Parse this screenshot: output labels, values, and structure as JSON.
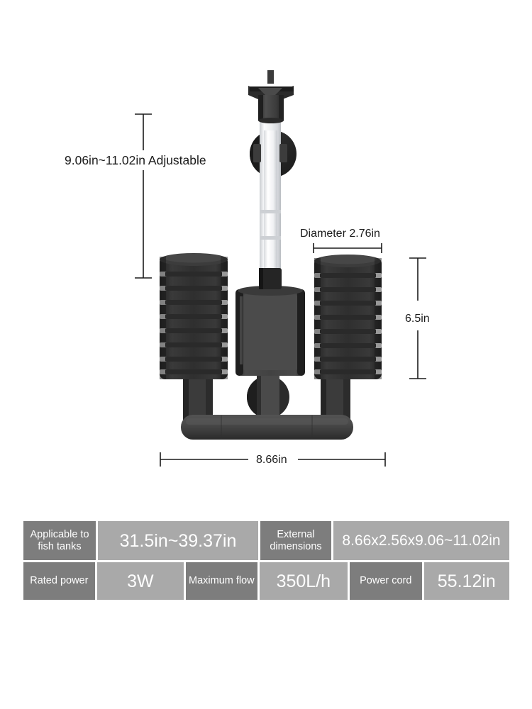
{
  "diagram": {
    "annotations": {
      "height": "9.06in~11.02in Adjustable",
      "diameter": "Diameter 2.76in",
      "depth": "6.5in",
      "width": "8.66in"
    },
    "colors": {
      "body_dark": "#2d2d2d",
      "body_mid": "#3d3d3d",
      "body_light": "#555555",
      "tube_clear": "#e9eaec",
      "dimension_line": "#1b1b1b",
      "background": "#ffffff"
    },
    "parts": [
      "outlet-nozzle",
      "telescoping-tube",
      "suction-cup",
      "left-sponge-filter",
      "right-sponge-filter",
      "pump-housing",
      "base-manifold"
    ]
  },
  "spec_table": {
    "rows": [
      [
        {
          "type": "label",
          "text": "Applicable to\nfish tanks"
        },
        {
          "type": "value",
          "text": "31.5in~39.37in"
        },
        {
          "type": "label",
          "text": "External\ndimensions"
        },
        {
          "type": "value",
          "text": "8.66x2.56x9.06~11.02in"
        }
      ],
      [
        {
          "type": "label",
          "text": "Rated power"
        },
        {
          "type": "value",
          "text": "3W"
        },
        {
          "type": "label",
          "text": "Maximum flow"
        },
        {
          "type": "value",
          "text": "350L/h"
        },
        {
          "type": "label",
          "text": "Power cord"
        },
        {
          "type": "value",
          "text": "55.12in"
        }
      ]
    ],
    "cells": {
      "tank_label_line1": "Applicable to",
      "tank_label_line2": "fish tanks",
      "tank_value": "31.5in~39.37in",
      "extdim_label_line1": "External",
      "extdim_label_line2": "dimensions",
      "extdim_value": "8.66x2.56x9.06~11.02in",
      "power_label": "Rated power",
      "power_value": "3W",
      "flow_label": "Maximum flow",
      "flow_value": "350L/h",
      "cord_label": "Power cord",
      "cord_value": "55.12in"
    },
    "colors": {
      "label_bg": "#7d7d7d",
      "value_bg": "#a9a9a9",
      "text": "#ffffff"
    }
  }
}
